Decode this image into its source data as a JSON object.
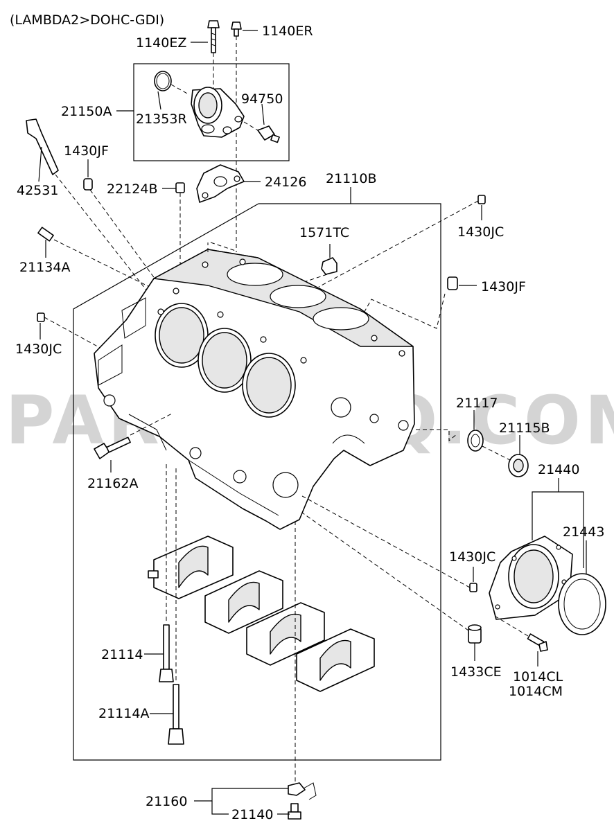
{
  "header": {
    "title": "(LAMBDA2>DOHC-GDI)"
  },
  "watermark": "PARTSOUQ.COM",
  "parts": {
    "p1140EZ": "1140EZ",
    "p1140ER": "1140ER",
    "p94750": "94750",
    "p21150A": "21150A",
    "p21353R": "21353R",
    "p1430JF_top": "1430JF",
    "p42531": "42531",
    "p22124B": "22124B",
    "p24126": "24126",
    "p21110B": "21110B",
    "p1430JC_top": "1430JC",
    "p1571TC": "1571TC",
    "p21134A": "21134A",
    "p1430JF_right": "1430JF",
    "p1430JC_left": "1430JC",
    "p21117": "21117",
    "p21115B": "21115B",
    "p21162A": "21162A",
    "p21440": "21440",
    "p21443": "21443",
    "p1430JC_right": "1430JC",
    "p21114": "21114",
    "p1433CE": "1433CE",
    "p1014CL": "1014CL",
    "p1014CM": "1014CM",
    "p21114A": "21114A",
    "p21160": "21160",
    "p21140": "21140"
  }
}
